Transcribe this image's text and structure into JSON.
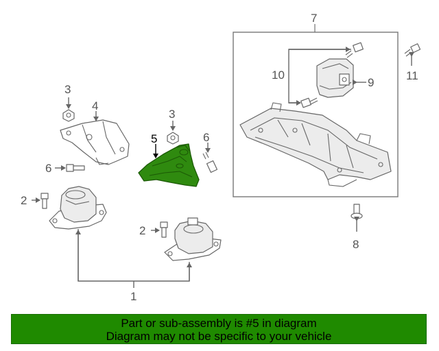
{
  "callouts": {
    "c1": "1",
    "c2a": "2",
    "c2b": "2",
    "c3a": "3",
    "c3b": "3",
    "c4": "4",
    "c5": "5",
    "c6a": "6",
    "c6b": "6",
    "c7": "7",
    "c8": "8",
    "c9": "9",
    "c10": "10",
    "c11": "11"
  },
  "highlight_part": "5",
  "colors": {
    "highlight": "#2f8a0f",
    "footer": "#1f8a00"
  },
  "footer": {
    "line1": "Part or sub-assembly is #5 in diagram",
    "line2": "Diagram may not be specific to your vehicle"
  }
}
